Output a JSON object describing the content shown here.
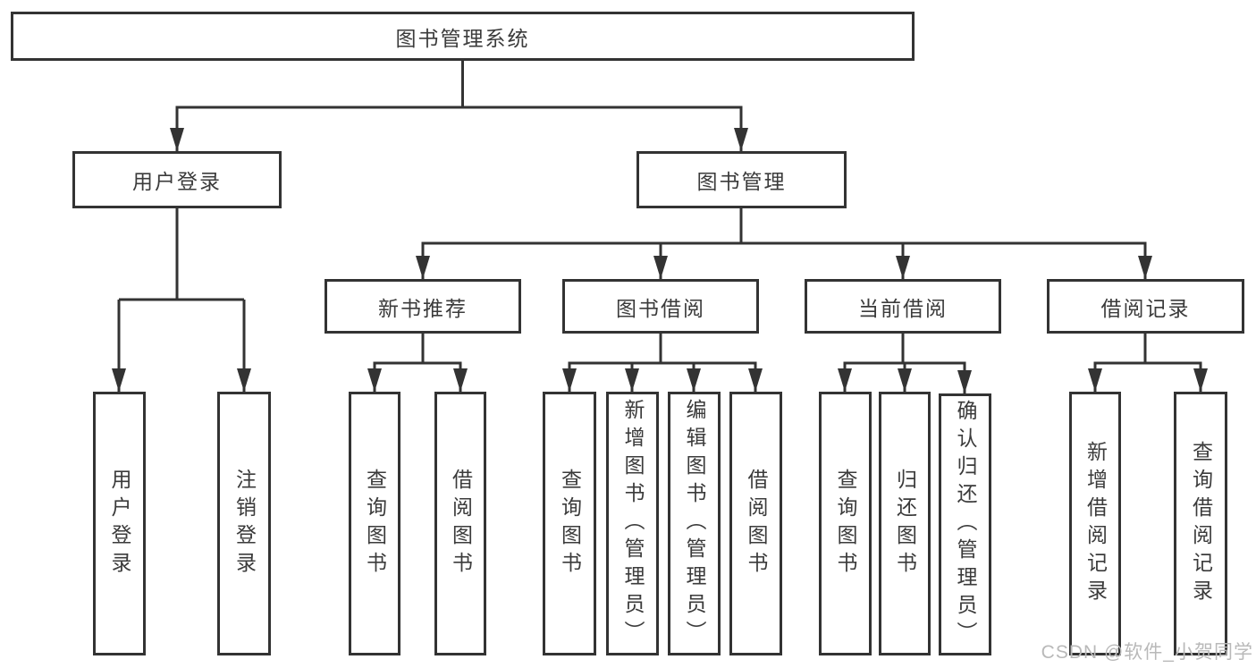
{
  "tree": {
    "label": "图书管理系统",
    "children": [
      {
        "label": "用户登录",
        "children": [
          {
            "label": "用户登录"
          },
          {
            "label": "注销登录"
          }
        ]
      },
      {
        "label": "图书管理",
        "children": [
          {
            "label": "新书推荐",
            "children": [
              {
                "label": "查询图书"
              },
              {
                "label": "借阅图书"
              }
            ]
          },
          {
            "label": "图书借阅",
            "children": [
              {
                "label": "查询图书"
              },
              {
                "label": "新增图书（管理员）"
              },
              {
                "label": "编辑图书（管理员）"
              },
              {
                "label": "借阅图书"
              }
            ]
          },
          {
            "label": "当前借阅",
            "children": [
              {
                "label": "查询图书"
              },
              {
                "label": "归还图书"
              },
              {
                "label": "确认归还（管理员）"
              }
            ]
          },
          {
            "label": "借阅记录",
            "children": [
              {
                "label": "新增借阅记录"
              },
              {
                "label": "查询借阅记录"
              }
            ]
          }
        ]
      }
    ]
  },
  "watermark": {
    "text": "CSDN @软件_小贺同学"
  },
  "colors": {
    "line": "#333333",
    "box_border": "#333333",
    "text": "#3b3b3b",
    "watermark": "#b9b9b9",
    "background": "#ffffff"
  }
}
